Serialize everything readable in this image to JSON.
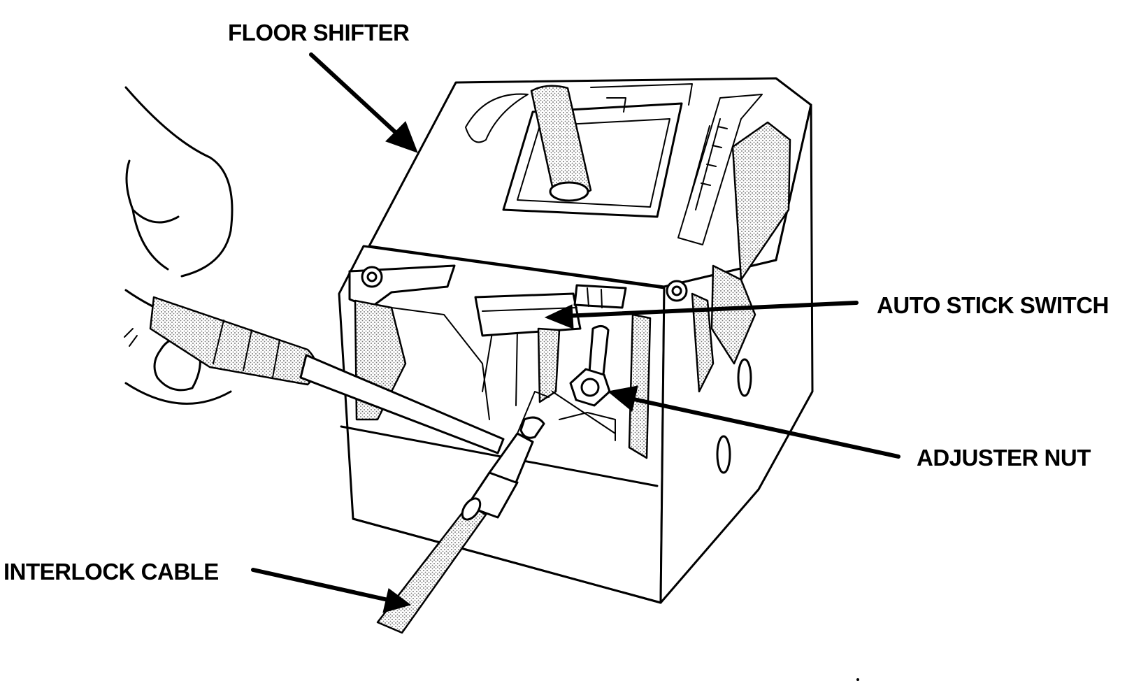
{
  "diagram": {
    "labels": {
      "floor_shifter": "FLOOR SHIFTER",
      "auto_stick_switch": "AUTO STICK SWITCH",
      "adjuster_nut": "ADJUSTER NUT",
      "interlock_cable": "INTERLOCK CABLE"
    }
  }
}
